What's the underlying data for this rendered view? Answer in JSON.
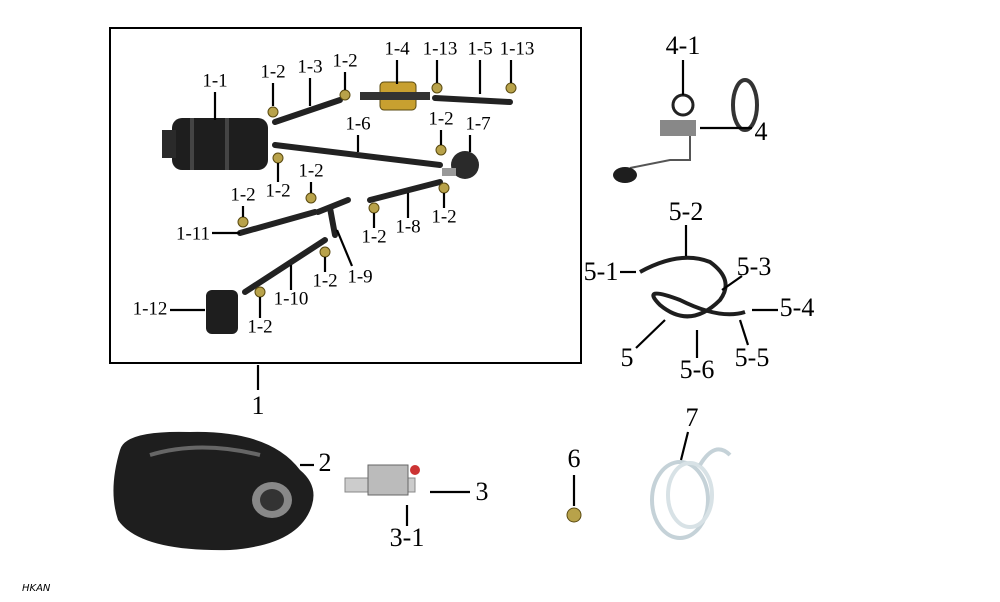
{
  "labels": {
    "l1_1": "1-1",
    "l1_2a": "1-2",
    "l1_3": "1-3",
    "l1_2b": "1-2",
    "l1_4": "1-4",
    "l1_13a": "1-13",
    "l1_5": "1-5",
    "l1_13b": "1-13",
    "l1_6": "1-6",
    "l1_2c": "1-2",
    "l1_7": "1-7",
    "l1_2d": "1-2",
    "l1_2e": "1-2",
    "l1_2f": "1-2",
    "l1_11": "1-11",
    "l1_2g": "1-2",
    "l1_8": "1-8",
    "l1_2h": "1-2",
    "l1_9": "1-9",
    "l1_2i": "1-2",
    "l1_10": "1-10",
    "l1_12": "1-12",
    "l1_2j": "1-2",
    "l1": "1",
    "l2": "2",
    "l3": "3",
    "l3_1": "3-1",
    "l4_1": "4-1",
    "l4": "4",
    "l5_1": "5-1",
    "l5_2": "5-2",
    "l5_3": "5-3",
    "l5_4": "5-4",
    "l5_5": "5-5",
    "l5_6": "5-6",
    "l5": "5",
    "l6": "6",
    "l7": "7"
  },
  "brand": "HKAN",
  "colors": {
    "part_dark": "#1e1e1e",
    "clip": "#b8a24a",
    "valve_brass": "#c8a030",
    "clear_hose": "#dfe8ec"
  }
}
